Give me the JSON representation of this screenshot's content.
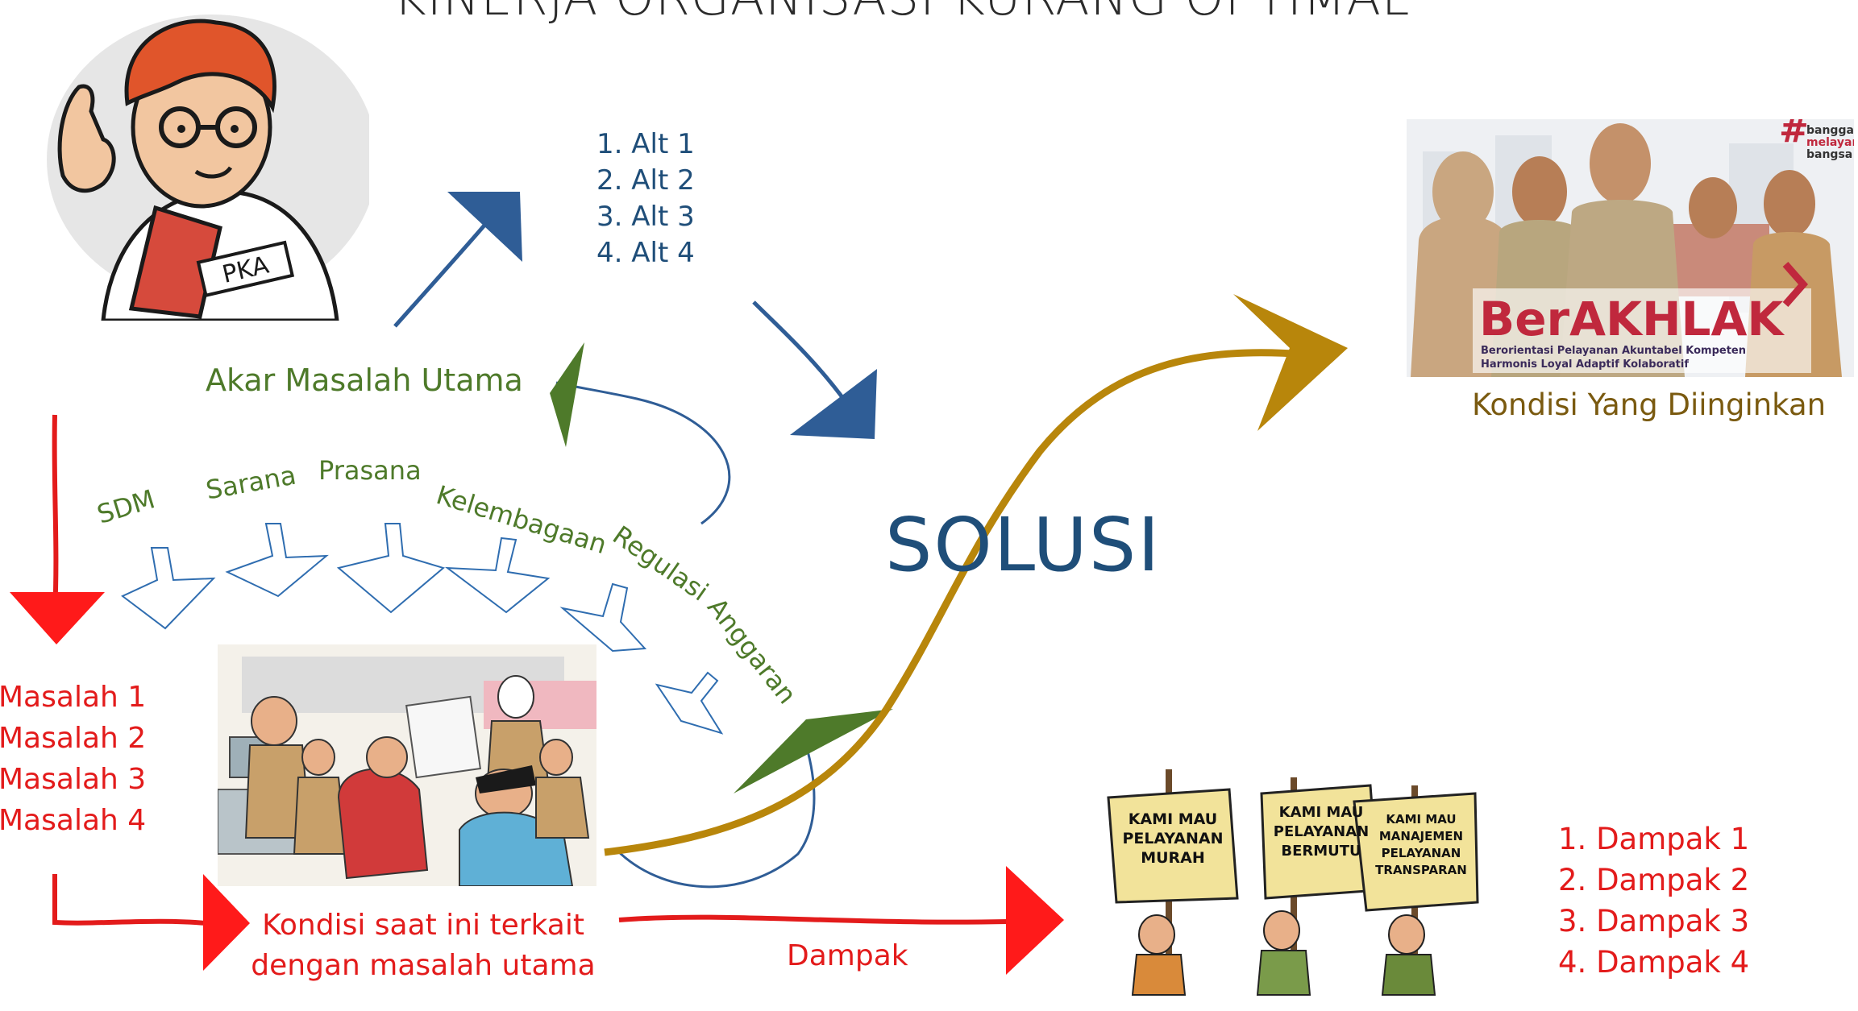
{
  "title": "KINERJA ORGANISASI KURANG OPTIMAL",
  "pka_label": "PKA",
  "alternatives": [
    "1. Alt 1",
    "2. Alt 2",
    "3. Alt 3",
    "4. Alt 4"
  ],
  "root_cause_label": "Akar Masalah Utama",
  "categories": [
    "SDM",
    "Sarana",
    "Prasana",
    "Kelembagaan",
    "Regulasi",
    "Anggaran"
  ],
  "solution_label": "SOLUSI",
  "problems": [
    "Masalah 1",
    "Masalah 2",
    "Masalah 3",
    "Masalah 4"
  ],
  "current_condition": [
    "Kondisi saat ini terkait",
    "dengan masalah utama"
  ],
  "impact_label": "Dampak",
  "impacts": [
    "1.  Dampak 1",
    "2. Dampak 2",
    "3. Dampak 3",
    "4. Dampak 4"
  ],
  "desired_condition_label": "Kondisi Yang Diinginkan",
  "berakhlak": {
    "hashtag": [
      "bangga",
      "melayani",
      "bangsa"
    ],
    "logo": "BerAKHLAK",
    "tagline_1": "Berorientasi Pelayanan Akuntabel Kompeten",
    "tagline_2": "Harmonis Loyal Adaptif Kolaboratif"
  },
  "protest_signs": [
    "KAMI MAU PELAYANAN MURAH",
    "KAMI MAU PELAYANAN BERMUTU",
    "KAMI MAU MANAJEMEN PELAYANAN TRANSPARAN"
  ],
  "colors": {
    "red": "#e31b1b",
    "navy": "#1f4e79",
    "green": "#4e7a2a",
    "gold": "#b8860b"
  }
}
